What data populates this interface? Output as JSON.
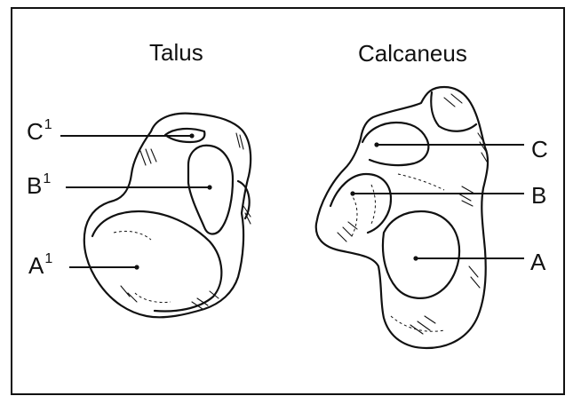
{
  "titles": {
    "talus": "Talus",
    "calcaneus": "Calcaneus"
  },
  "labels": {
    "c1": {
      "letter": "C",
      "sup": "1"
    },
    "b1": {
      "letter": "B",
      "sup": "1"
    },
    "a1": {
      "letter": "A",
      "sup": "1"
    },
    "c": "C",
    "b": "B",
    "a": "A"
  }
}
